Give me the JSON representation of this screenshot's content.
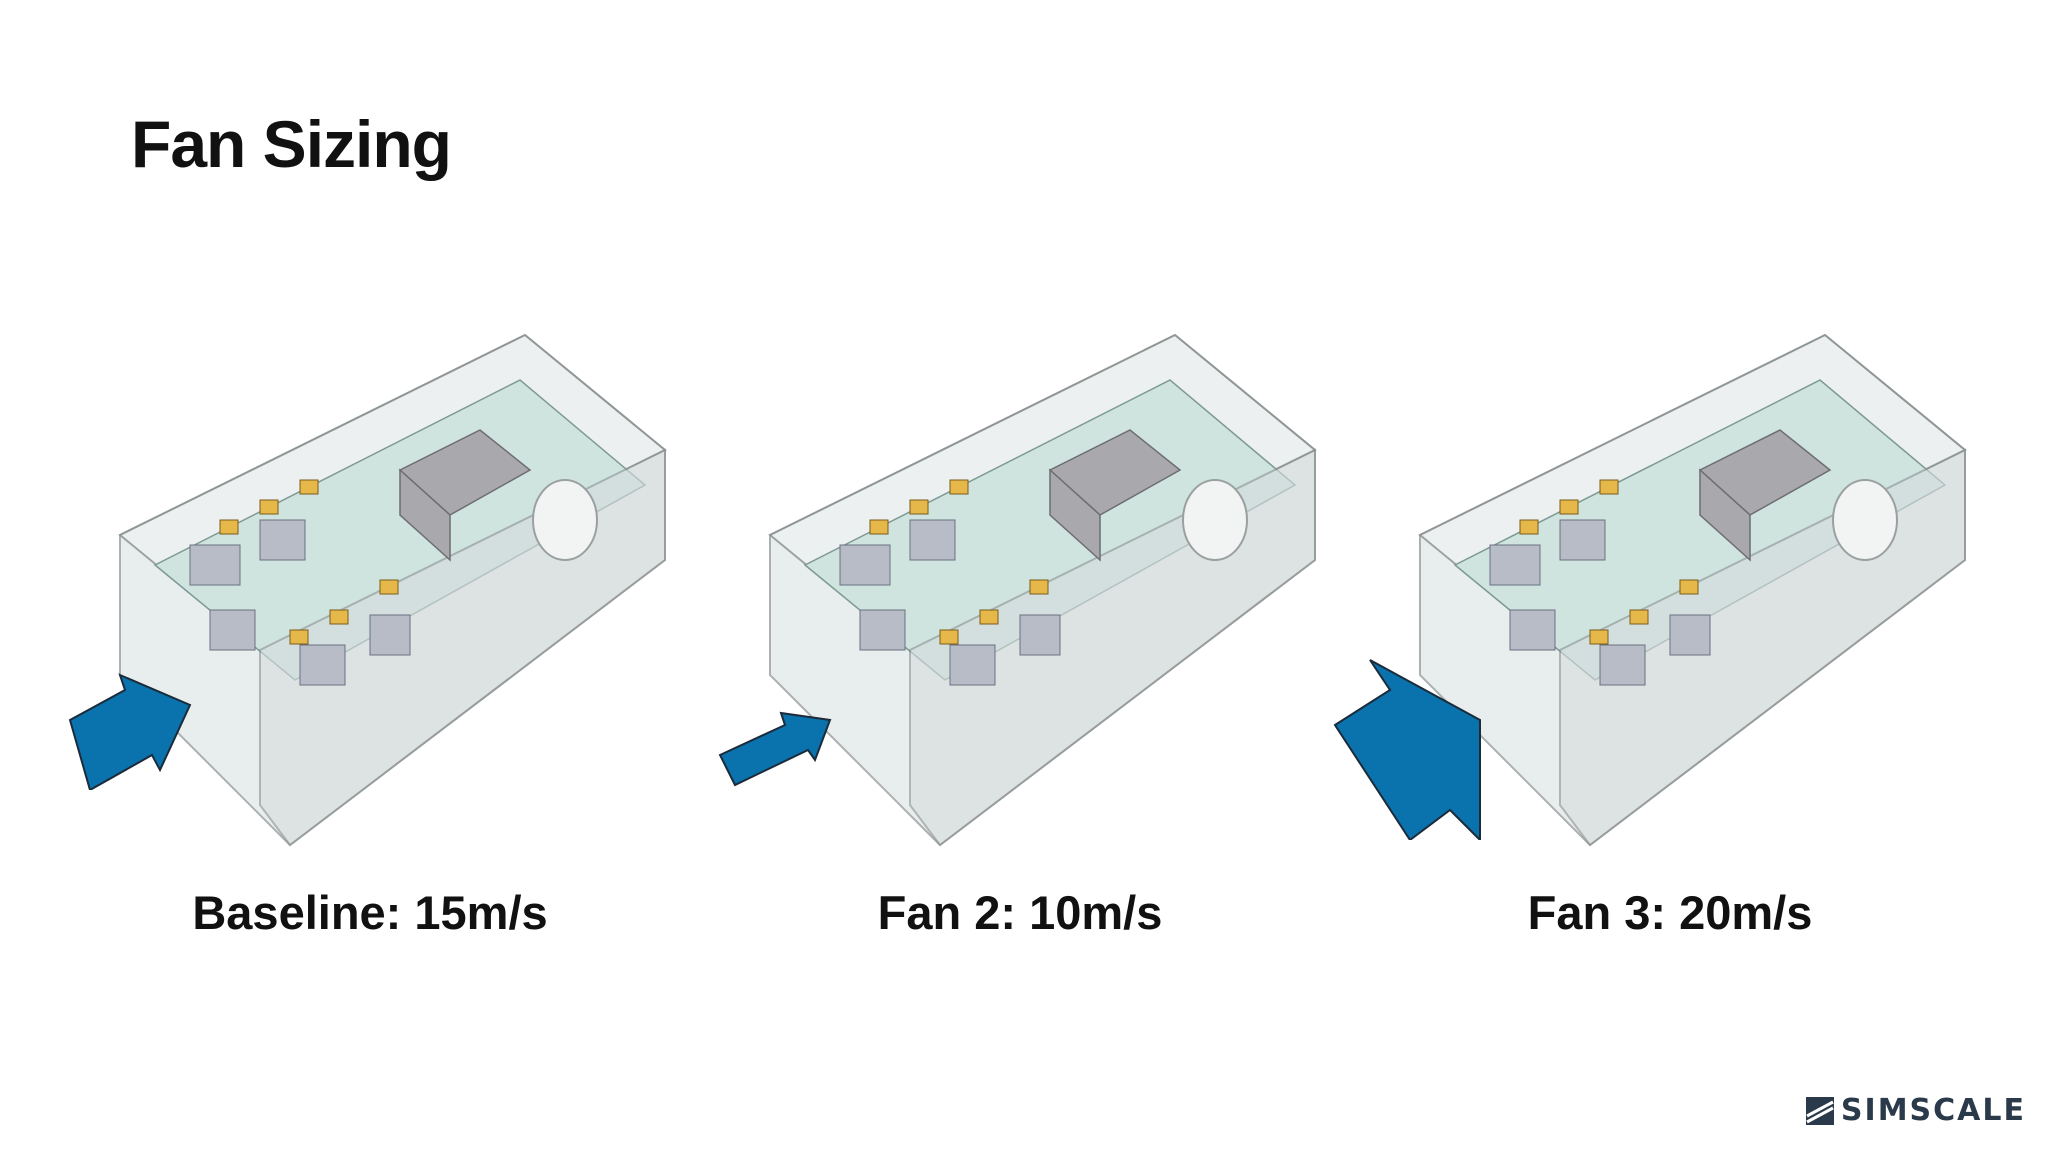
{
  "slide": {
    "title": "Fan Sizing"
  },
  "panels": [
    {
      "caption": "Baseline: 15m/s",
      "arrow": "medium-arrow-icon"
    },
    {
      "caption": "Fan 2: 10m/s",
      "arrow": "small-arrow-icon"
    },
    {
      "caption": "Fan 3: 20m/s",
      "arrow": "large-arrow-icon"
    }
  ],
  "brand": {
    "name": "SIMSCALE"
  },
  "colors": {
    "arrow": "#0a73ad",
    "board": "#cfe3df",
    "heatsink": "#a9a9ad",
    "component_yellow": "#e6b84a"
  }
}
